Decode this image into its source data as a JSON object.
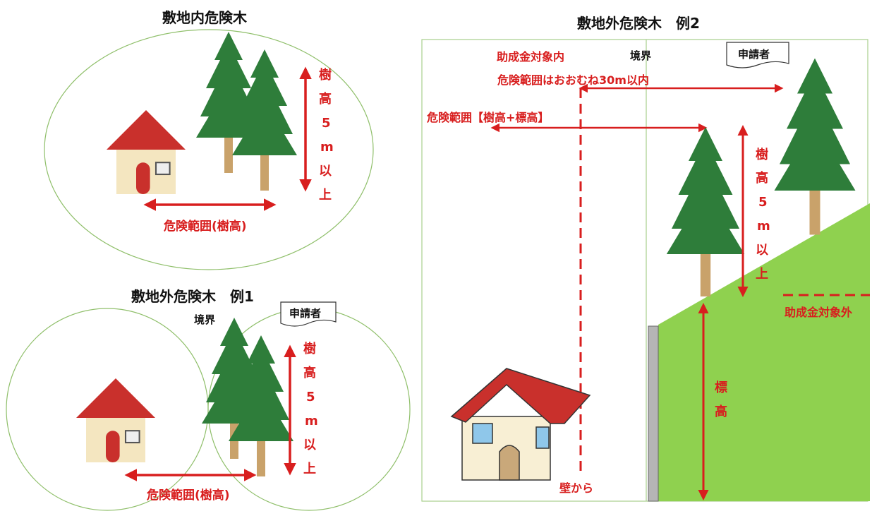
{
  "panel1": {
    "title": "敷地内危険木",
    "tree_height_chars": [
      "樹",
      "高",
      "5",
      "m",
      "以",
      "上"
    ],
    "danger_range_label": "危険範囲(樹高)"
  },
  "panel2": {
    "title": "敷地外危険木　例1",
    "boundary_label": "境界",
    "applicant_label": "申請者",
    "tree_height_chars": [
      "樹",
      "高",
      "5",
      "m",
      "以",
      "上"
    ],
    "danger_range_label": "危険範囲(樹高)"
  },
  "panel3": {
    "title": "敷地外危険木　例2",
    "subsidy_in_label": "助成金対象内",
    "boundary_label": "境界",
    "applicant_label": "申請者",
    "range_30m_label": "危険範囲はおおむね30m以内",
    "range_formula_label": "危険範囲【樹高+標高】",
    "tree_height_chars": [
      "樹",
      "高",
      "5",
      "m",
      "以",
      "上"
    ],
    "subsidy_out_label": "助成金対象外",
    "elevation_chars": [
      "標",
      "高"
    ],
    "wall_from_label": "壁から"
  },
  "colors": {
    "accent_red": "#d81e1e",
    "tree_green": "#2e7d3a",
    "slope_green": "#8fd14f",
    "roof_red": "#c9302c",
    "circle_green": "#8fbf6a"
  }
}
